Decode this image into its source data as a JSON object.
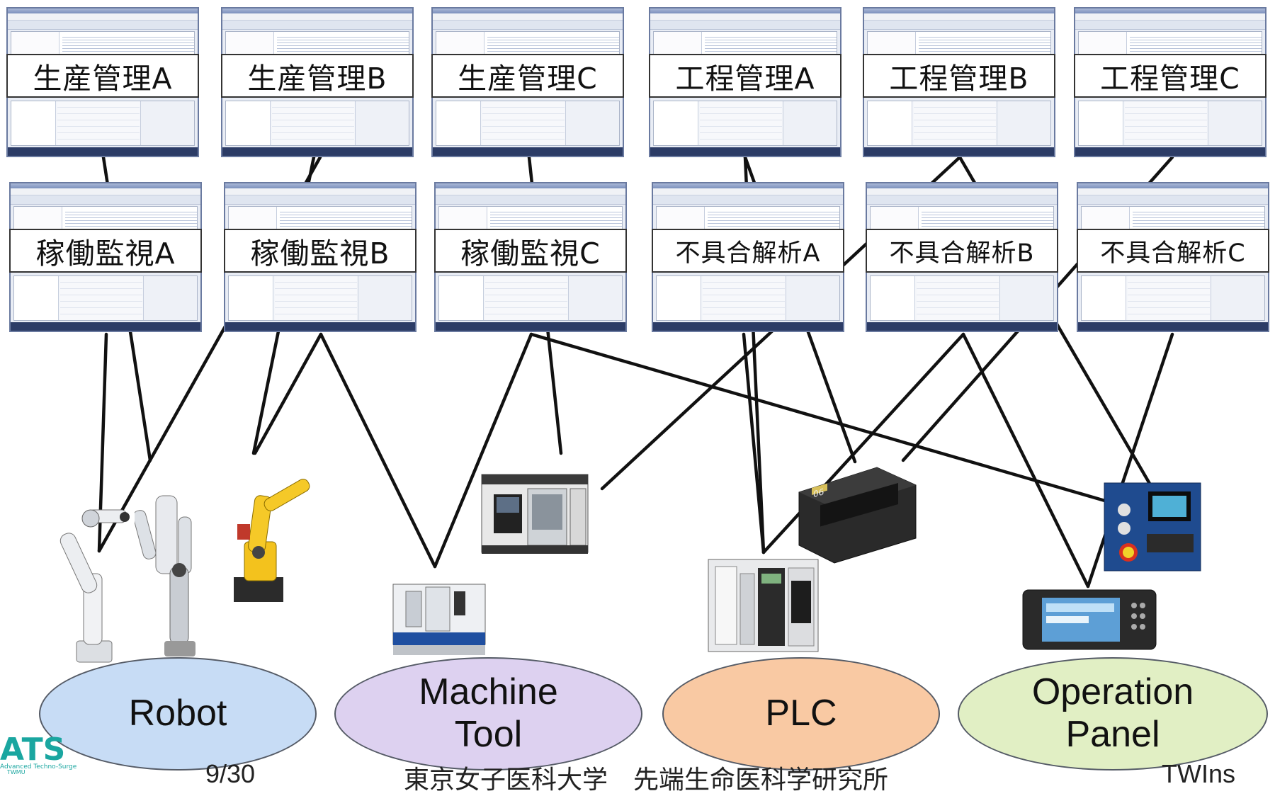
{
  "applications": {
    "row1": [
      {
        "label": "生産管理A"
      },
      {
        "label": "生産管理B"
      },
      {
        "label": "生産管理C"
      },
      {
        "label": "工程管理A"
      },
      {
        "label": "工程管理B"
      },
      {
        "label": "工程管理C"
      }
    ],
    "row2": [
      {
        "label": "稼働監視A"
      },
      {
        "label": "稼働監視B"
      },
      {
        "label": "稼働監視C"
      },
      {
        "label": "不具合解析A"
      },
      {
        "label": "不具合解析B"
      },
      {
        "label": "不具合解析C"
      }
    ]
  },
  "categories": [
    {
      "label": "Robot",
      "color": "#c7dcf5"
    },
    {
      "label": "Machine\nTool",
      "color": "#ddd1f0"
    },
    {
      "label": "PLC",
      "color": "#f9c9a3"
    },
    {
      "label": "Operation\nPanel",
      "color": "#e1efc4"
    }
  ],
  "footer": {
    "logo_text": "ATS",
    "logo_subtitle": "Advanced Techno-Surge",
    "logo_sub2": "TWMU",
    "page": "9/30",
    "center_text": "東京女子医科大学　先端生命医科学研究所",
    "right_text": "TWIns"
  },
  "colors": {
    "lines": "#111111",
    "robot_ellipse": "#c7dcf5",
    "machine_tool_ellipse": "#ddd1f0",
    "plc_ellipse": "#f9c9a3",
    "operation_panel_ellipse": "#e1efc4"
  }
}
